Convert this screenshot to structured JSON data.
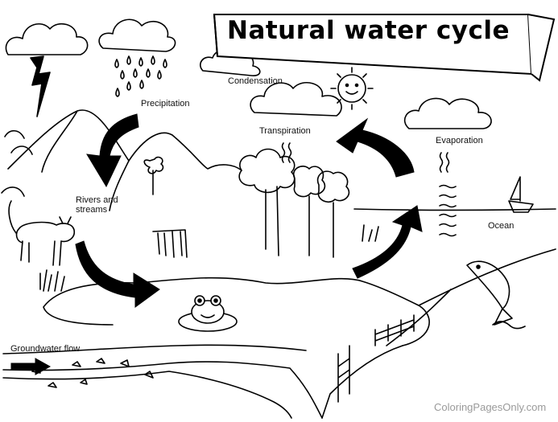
{
  "title": "Natural water cycle",
  "labels": {
    "condensation": "Condensation",
    "precipitation": "Precipitation",
    "transpiration": "Transpiration",
    "evaporation": "Evaporation",
    "rivers_and_streams": "Rivers and\nstreams",
    "ocean": "Ocean",
    "groundwater_flow": "Groundwater flow"
  },
  "watermark": "ColoringPagesOnly.com",
  "colors": {
    "ink": "#000000",
    "paper": "#ffffff",
    "watermark": "#9a9a9a"
  }
}
